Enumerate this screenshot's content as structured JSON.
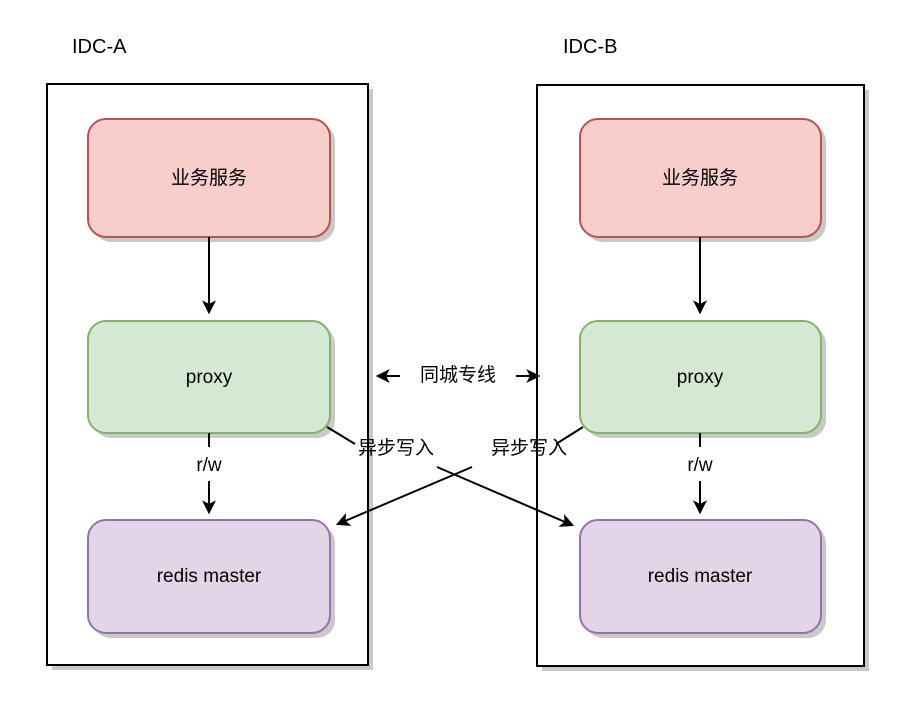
{
  "diagram": {
    "title_left": "IDC-A",
    "title_right": "IDC-B",
    "zones": [
      {
        "id": "idc-a",
        "label": "IDC-A",
        "nodes": [
          {
            "id": "service-a",
            "label": "业务服务",
            "fill": "#f8cecc",
            "stroke": "#b85450"
          },
          {
            "id": "proxy-a",
            "label": "proxy",
            "fill": "#d5e8d4",
            "stroke": "#82b366"
          },
          {
            "id": "redis-a",
            "label": "redis master",
            "fill": "#e1d5e7",
            "stroke": "#9673a6"
          }
        ],
        "rw_label": "r/w"
      },
      {
        "id": "idc-b",
        "label": "IDC-B",
        "nodes": [
          {
            "id": "service-b",
            "label": "业务服务",
            "fill": "#f8cecc",
            "stroke": "#b85450"
          },
          {
            "id": "proxy-b",
            "label": "proxy",
            "fill": "#d5e8d4",
            "stroke": "#82b366"
          },
          {
            "id": "redis-b",
            "label": "redis master",
            "fill": "#e1d5e7",
            "stroke": "#9673a6"
          }
        ],
        "rw_label": "r/w"
      }
    ],
    "edges": {
      "dedicated_line": "同城专线",
      "async_write_left": "异步写入",
      "async_write_right": "异步写入"
    },
    "colors": {
      "pink_fill": "#f8cecc",
      "pink_stroke": "#b85450",
      "green_fill": "#d5e8d4",
      "green_stroke": "#82b366",
      "purple_fill": "#e1d5e7",
      "purple_stroke": "#9673a6",
      "line": "#000000",
      "shadow": "#c0c0c0",
      "background": "#ffffff"
    }
  }
}
